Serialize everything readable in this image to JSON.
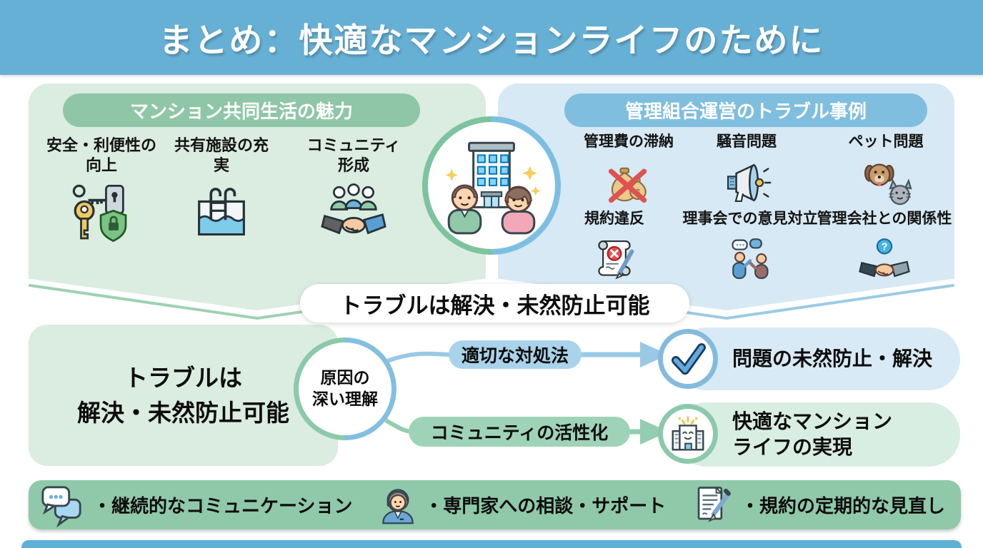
{
  "header": {
    "title": "まとめ：快適なマンションライフのために"
  },
  "left_panel": {
    "title": "マンション共同生活の魅力",
    "items": [
      {
        "label": "安全・利便性の\n向上",
        "icon": "key-shield-icon"
      },
      {
        "label": "共有施設の充\n実",
        "icon": "pool-icon"
      },
      {
        "label": "コミュニティ\n形成",
        "icon": "community-handshake-icon"
      }
    ]
  },
  "right_panel": {
    "title": "管理組合運営のトラブル事例",
    "items": [
      {
        "label": "管理費の滞納",
        "icon": "money-bag-x-icon",
        "icon_glyph": "$"
      },
      {
        "label": "騒音問題",
        "icon": "megaphone-icon"
      },
      {
        "label": "ペット問題",
        "icon": "dog-cat-icon"
      },
      {
        "label": "規約違反",
        "icon": "rule-violation-icon"
      },
      {
        "label": "理事会での意見対立",
        "icon": "argument-icon"
      },
      {
        "label": "管理会社との関係性",
        "icon": "handshake-question-icon",
        "icon_glyph": "?"
      }
    ]
  },
  "center_icon": "building-couple-icon",
  "middle_banner": {
    "text": "トラブルは解決・未然防止可能"
  },
  "solution": {
    "statement": "トラブルは\n解決・未然防止可能",
    "cause_circle": "原因の\n深い理解",
    "paths": [
      {
        "label": "適切な対処法",
        "result": "問題の未然防止・解決",
        "icon": "checkmark-icon",
        "color": "#a9d3ea"
      },
      {
        "label": "コミュニティの活性化",
        "result": "快適なマンション\nライフの実現",
        "icon": "happy-building-icon",
        "color": "#9fd3b8"
      }
    ]
  },
  "footer": {
    "items": [
      {
        "label": "・継続的なコミュニケーション",
        "icon": "chat-bubbles-icon"
      },
      {
        "label": "・専門家への相談・サポート",
        "icon": "support-agent-icon"
      },
      {
        "label": "・規約の定期的な見直し",
        "icon": "document-pen-icon"
      }
    ]
  },
  "colors": {
    "header_bg": "#67b0d5",
    "left_panel_bg": "#dbece1",
    "left_pill_bg": "#8fc6a7",
    "right_panel_bg": "#d7e9f4",
    "right_pill_bg": "#7fbede",
    "footer_bg": "#8fc9aa",
    "path_blue": "#a9d3ea",
    "path_green": "#9fd3b8",
    "result_blue_bg": "#d8eaf5",
    "result_green_bg": "#d9eee3"
  }
}
